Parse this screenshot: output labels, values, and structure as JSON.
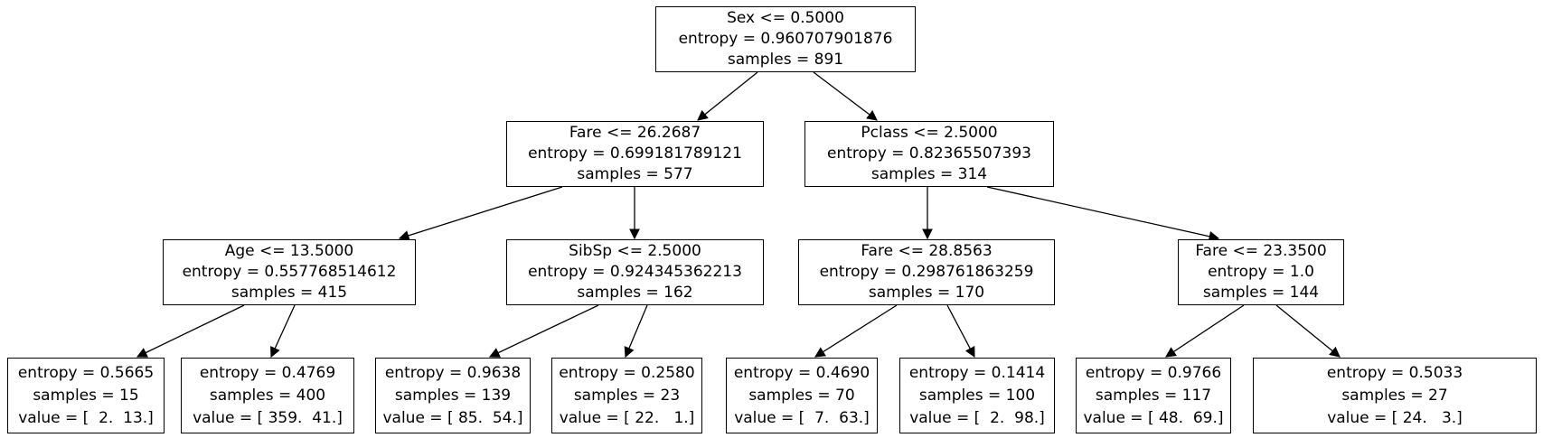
{
  "figure": {
    "background": "#ffffff",
    "line_color": "#000000",
    "text_color": "#000000"
  },
  "tree": {
    "root": {
      "condition": "Sex <= 0.5000",
      "entropy": "entropy = 0.960707901876",
      "samples": "samples = 891"
    },
    "fare_26": {
      "condition": "Fare <= 26.2687",
      "entropy": "entropy = 0.699181789121",
      "samples": "samples = 577"
    },
    "pclass": {
      "condition": "Pclass <= 2.5000",
      "entropy": "entropy = 0.82365507393",
      "samples": "samples = 314"
    },
    "age": {
      "condition": "Age <= 13.5000",
      "entropy": "entropy = 0.557768514612",
      "samples": "samples = 415"
    },
    "sibsp": {
      "condition": "SibSp <= 2.5000",
      "entropy": "entropy = 0.924345362213",
      "samples": "samples = 162"
    },
    "fare_28": {
      "condition": "Fare <= 28.8563",
      "entropy": "entropy = 0.298761863259",
      "samples": "samples = 170"
    },
    "fare_23": {
      "condition": "Fare <= 23.3500",
      "entropy": "entropy = 1.0",
      "samples": "samples = 144"
    },
    "leaf_1": {
      "entropy": "entropy = 0.5665",
      "samples": "samples = 15",
      "value": "value = [  2.  13.]"
    },
    "leaf_2": {
      "entropy": "entropy = 0.4769",
      "samples": "samples = 400",
      "value": "value = [ 359.  41.]"
    },
    "leaf_3": {
      "entropy": "entropy = 0.9638",
      "samples": "samples = 139",
      "value": "value = [ 85.  54.]"
    },
    "leaf_4": {
      "entropy": "entropy = 0.2580",
      "samples": "samples = 23",
      "value": "value = [ 22.   1.]"
    },
    "leaf_5": {
      "entropy": "entropy = 0.4690",
      "samples": "samples = 70",
      "value": "value = [  7.  63.]"
    },
    "leaf_6": {
      "entropy": "entropy = 0.1414",
      "samples": "samples = 100",
      "value": "value = [  2.  98.]"
    },
    "leaf_7": {
      "entropy": "entropy = 0.9766",
      "samples": "samples = 117",
      "value": "value = [ 48.  69.]"
    },
    "leaf_8": {
      "entropy": "entropy = 0.5033",
      "samples": "samples = 27",
      "value": "value = [ 24.   3.]"
    }
  }
}
